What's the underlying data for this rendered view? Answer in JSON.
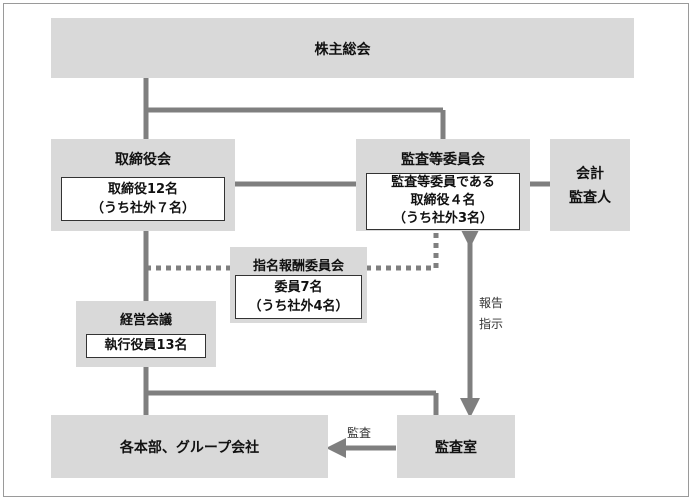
{
  "shareholders_meeting": "株主総会",
  "board": {
    "title": "取締役会",
    "line1": "取締役12名",
    "line2": "（うち社外７名）"
  },
  "audit_committee": {
    "title": "監査等委員会",
    "line1": "監査等委員である",
    "line2": "取締役４名",
    "line3": "（うち社外3名）"
  },
  "auditor": {
    "line1": "会計",
    "line2": "監査人"
  },
  "nomination_committee": {
    "title": "指名報酬委員会",
    "line1": "委員7名",
    "line2": "（うち社外4名）"
  },
  "management_meeting": {
    "title": "経営会議",
    "line1": "執行役員13名"
  },
  "divisions": "各本部、グループ会社",
  "audit_office": "監査室",
  "labels": {
    "report": "報告",
    "instruct": "指示",
    "audit": "監査"
  },
  "colors": {
    "box_fill": "#d9d9d9",
    "connector": "#7f7f7f"
  }
}
